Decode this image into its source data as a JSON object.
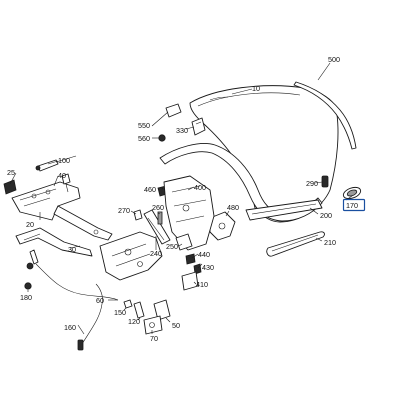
{
  "diagram": {
    "highlight_color": "#1a4fa0",
    "labels": [
      {
        "id": "10",
        "text": "10"
      },
      {
        "id": "500",
        "text": "500"
      },
      {
        "id": "550",
        "text": "550"
      },
      {
        "id": "560",
        "text": "560"
      },
      {
        "id": "330",
        "text": "330"
      },
      {
        "id": "100",
        "text": "100"
      },
      {
        "id": "25",
        "text": "25"
      },
      {
        "id": "40",
        "text": "40"
      },
      {
        "id": "20",
        "text": "20"
      },
      {
        "id": "460",
        "text": "460"
      },
      {
        "id": "400",
        "text": "400"
      },
      {
        "id": "290",
        "text": "290"
      },
      {
        "id": "170",
        "text": "170"
      },
      {
        "id": "270",
        "text": "270"
      },
      {
        "id": "260",
        "text": "260"
      },
      {
        "id": "480",
        "text": "480"
      },
      {
        "id": "200",
        "text": "200"
      },
      {
        "id": "240",
        "text": "240"
      },
      {
        "id": "250",
        "text": "250"
      },
      {
        "id": "210",
        "text": "210"
      },
      {
        "id": "30",
        "text": "30"
      },
      {
        "id": "440",
        "text": "440"
      },
      {
        "id": "430",
        "text": "430"
      },
      {
        "id": "410",
        "text": "410"
      },
      {
        "id": "180",
        "text": "180"
      },
      {
        "id": "60",
        "text": "60"
      },
      {
        "id": "150",
        "text": "150"
      },
      {
        "id": "120",
        "text": "120"
      },
      {
        "id": "50",
        "text": "50"
      },
      {
        "id": "160",
        "text": "160"
      },
      {
        "id": "70",
        "text": "70"
      }
    ]
  }
}
